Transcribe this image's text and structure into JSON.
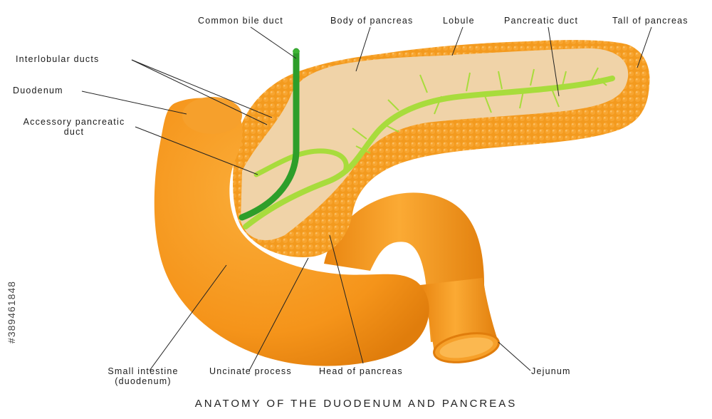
{
  "labels": {
    "common_bile_duct": "Common  bile  duct",
    "body_of_pancreas": "Body of pancreas",
    "lobule": "Lobule",
    "pancreatic_duct": "Pancreatic duct",
    "tail_of_pancreas": "Tall of pancreas",
    "interlobular_ducts": "Interlobular ducts",
    "duodenum": "Duodenum",
    "accessory_pancreatic_duct_line1": "Accessory pancreatic",
    "accessory_pancreatic_duct_line2": "duct",
    "small_intestine_line1": "Small intestine",
    "small_intestine_line2": "(duodenum)",
    "uncinate_process": "Uncinate process",
    "head_of_pancreas": "Head of pancreas",
    "jejunum": "Jejunum"
  },
  "title": "ANATOMY OF THE DUODENUM AND PANCREAS",
  "watermark": "#389461848",
  "colors": {
    "pancreas_tissue": "#f39a1e",
    "pancreas_inner": "#f0d3a8",
    "intestine": "#f5961a",
    "bile_duct": "#2e9e2a",
    "pancreatic_duct": "#a8dc3c",
    "leader_line": "#222222"
  }
}
